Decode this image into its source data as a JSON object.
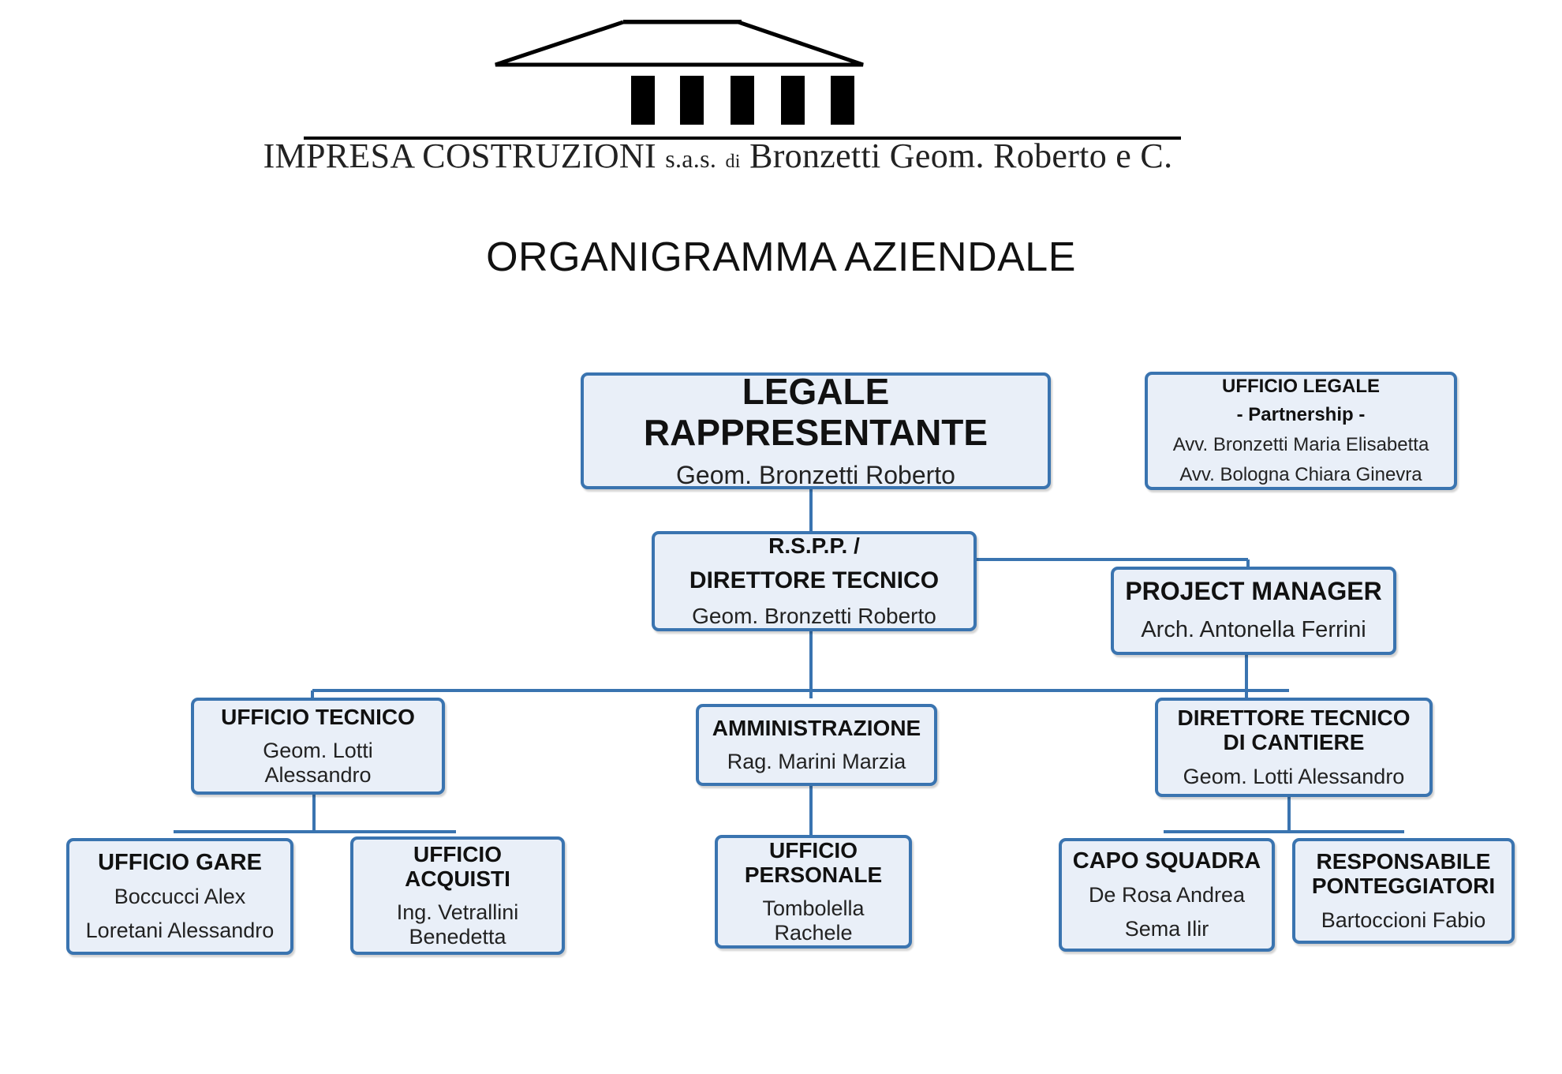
{
  "header": {
    "company_main": "IMPRESA COSTRUZIONI",
    "company_sas": "s.a.s.",
    "company_di": "di",
    "company_name": "Bronzetti Geom. Roberto e C.",
    "logo_icon": "temple-columns-icon"
  },
  "chart_title": "ORGANIGRAMMA AZIENDALE",
  "colors": {
    "box_border": "#3a74b0",
    "box_fill": "#e9eff8",
    "line": "#3a74b0"
  },
  "nodes": {
    "legale": {
      "title_1": "LEGALE",
      "title_2": "RAPPRESENTANTE",
      "name": "Geom. Bronzetti Roberto"
    },
    "ufficio_legale": {
      "title": "UFFICIO LEGALE",
      "subtitle": "- Partnership -",
      "name_1": "Avv.  Bronzetti Maria Elisabetta",
      "name_2": "Avv. Bologna Chiara Ginevra"
    },
    "rspp": {
      "title_1": "R.S.P.P. /",
      "title_2": "DIRETTORE TECNICO",
      "name": "Geom. Bronzetti Roberto"
    },
    "project_manager": {
      "title": "PROJECT MANAGER",
      "name": "Arch. Antonella Ferrini"
    },
    "ufficio_tecnico": {
      "title": "UFFICIO TECNICO",
      "name_1": "Geom. Lotti",
      "name_2": "Alessandro"
    },
    "amministrazione": {
      "title": "AMMINISTRAZIONE",
      "name": "Rag. Marini Marzia"
    },
    "direttore_cantiere": {
      "title_1": "DIRETTORE TECNICO",
      "title_2": "DI CANTIERE",
      "name": "Geom. Lotti Alessandro"
    },
    "ufficio_gare": {
      "title": "UFFICIO GARE",
      "name_1": "Boccucci Alex",
      "name_2": "Loretani Alessandro"
    },
    "ufficio_acquisti": {
      "title_1": "UFFICIO",
      "title_2": "ACQUISTI",
      "name_1": "Ing. Vetrallini",
      "name_2": "Benedetta"
    },
    "ufficio_personale": {
      "title_1": "UFFICIO",
      "title_2": "PERSONALE",
      "name_1": "Tombolella",
      "name_2": "Rachele"
    },
    "capo_squadra": {
      "title": "CAPO SQUADRA",
      "name_1": "De Rosa Andrea",
      "name_2": "Sema Ilir"
    },
    "ponteggiatori": {
      "title_1": "RESPONSABILE",
      "title_2": "PONTEGGIATORI",
      "name": "Bartoccioni Fabio"
    }
  }
}
